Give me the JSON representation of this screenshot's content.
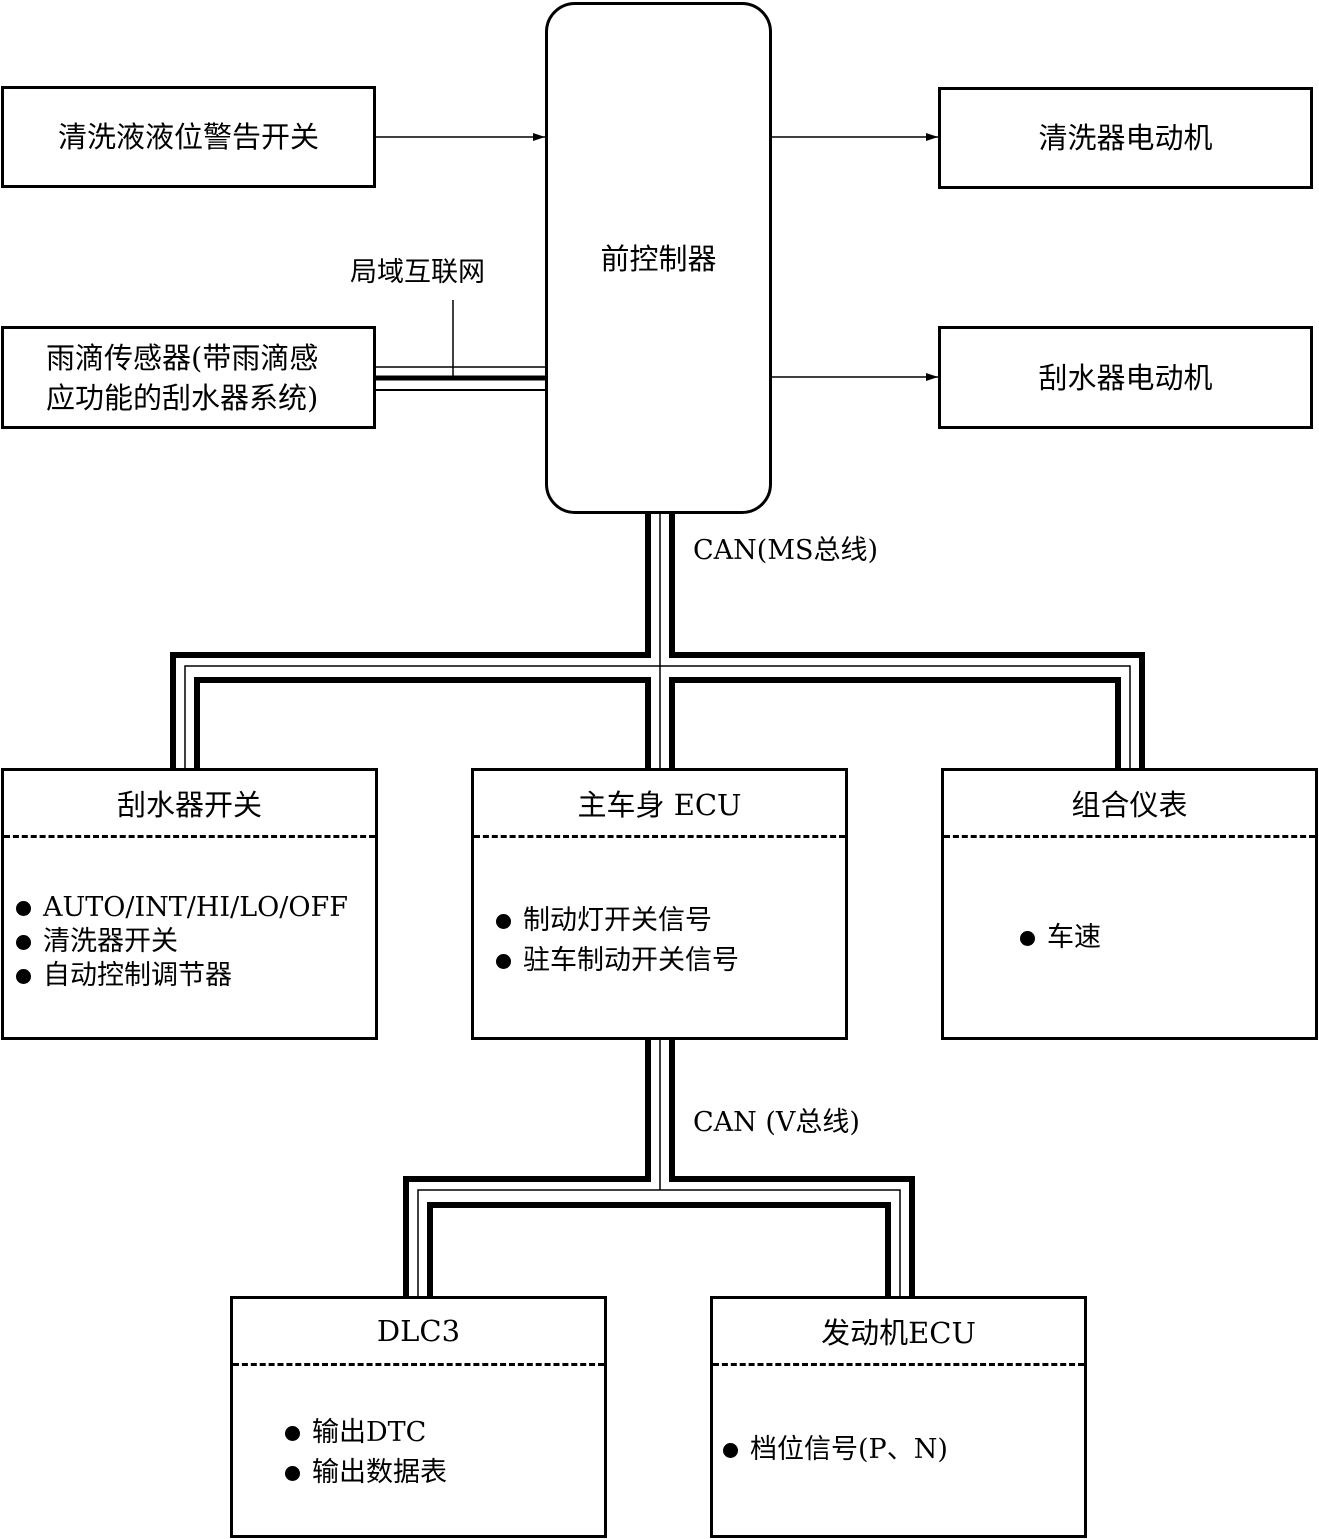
{
  "nodes": {
    "washer_level_switch": "清洗液液位警告开关",
    "rain_sensor": [
      "雨滴传感器(带雨滴感",
      "应功能的刮水器系统)"
    ],
    "front_controller": "前控制器",
    "washer_motor": "清洗器电动机",
    "wiper_motor": "刮水器电动机",
    "wiper_switch": {
      "title": "刮水器开关",
      "items": [
        "AUTO/INT/HI/LO/OFF",
        "清洗器开关",
        "自动控制调节器"
      ]
    },
    "main_body_ecu": {
      "title": "主车身 ECU",
      "items": [
        "制动灯开关信号",
        "驻车制动开关信号"
      ]
    },
    "combination_meter": {
      "title": "组合仪表",
      "items": [
        "车速"
      ]
    },
    "dlc3": {
      "title": "DLC3",
      "items": [
        "输出DTC",
        "输出数据表"
      ]
    },
    "engine_ecu": {
      "title": "发动机ECU",
      "items": [
        "档位信号(P、N)"
      ]
    }
  },
  "labels": {
    "lin": "局域互联网",
    "can_ms": "CAN(MS总线)",
    "can_v": "CAN (V总线)"
  }
}
